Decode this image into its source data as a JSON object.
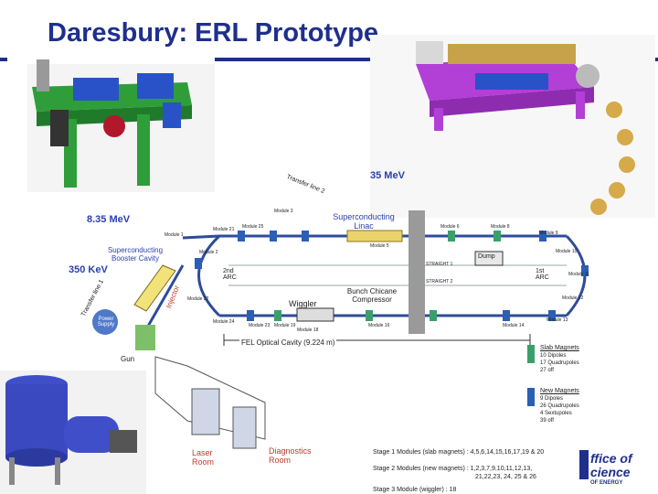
{
  "title": "Daresbury: ERL Prototype",
  "energy_labels": {
    "e35": "35 MeV",
    "e835": "8.35 MeV",
    "e350": "350 KeV"
  },
  "components": {
    "sc_linac": "Superconducting Linac",
    "sc_booster": "Superconducting Booster Cavity",
    "wiggler": "Wiggler",
    "chicane": "Bunch Chicane Compressor",
    "fel_cavity": "FEL Optical Cavity (9.224 m)",
    "dump": "Dump",
    "gun": "Gun",
    "power_supply": "Power Supply",
    "arc1": "1st ARC",
    "arc2": "2nd ARC",
    "injector": "Injector",
    "transfer2": "Transfer line 2",
    "transfer1": "Transfer line 1",
    "laser_room": "Laser Room",
    "diag_room": "Diagnostics Room",
    "straight1": "STRAIGHT 1",
    "straight2": "STRAIGHT 2"
  },
  "modules": [
    "Module 1",
    "Module 2",
    "Module 3",
    "Module 5",
    "Module 6",
    "Module 8",
    "Module 9",
    "Module 10",
    "Module 11",
    "Module 12",
    "Module 13",
    "Module 14",
    "Module 16",
    "Module 18",
    "Module 19",
    "Module 21",
    "Module 22",
    "Module 23",
    "Module 24",
    "Module 25"
  ],
  "legend": {
    "slab_title": "Slab Magnets",
    "slab_items": [
      "10 Dipoles",
      "17 Quadrupoles",
      "27 off"
    ],
    "new_title": "New Magnets",
    "new_items": [
      "9 Dipoles",
      "26 Quadrupoles",
      "4 Sextupoles",
      "39 off"
    ]
  },
  "stages": {
    "s1": "Stage 1 Modules (slab magnets) : 4,5,6,14,15,16,17,19 & 20",
    "s2a": "Stage 2 Modules (new magnets) : 1,2,3,7,9,10,11,12,13,",
    "s2b": "21,22,23, 24, 25 & 26",
    "s3": "Stage 3 Module (wiggler) : 18"
  },
  "logo": {
    "line1": "ffice of",
    "line2": "cience",
    "line3": "OF ENERGY"
  },
  "colors": {
    "title": "#1f2f8c",
    "green_support": "#2f9e3a",
    "purple_support": "#b23fd6",
    "beamline": "#2e4c9a",
    "slab_magnet": "#3aa06b",
    "new_magnet": "#2a5fb5"
  }
}
